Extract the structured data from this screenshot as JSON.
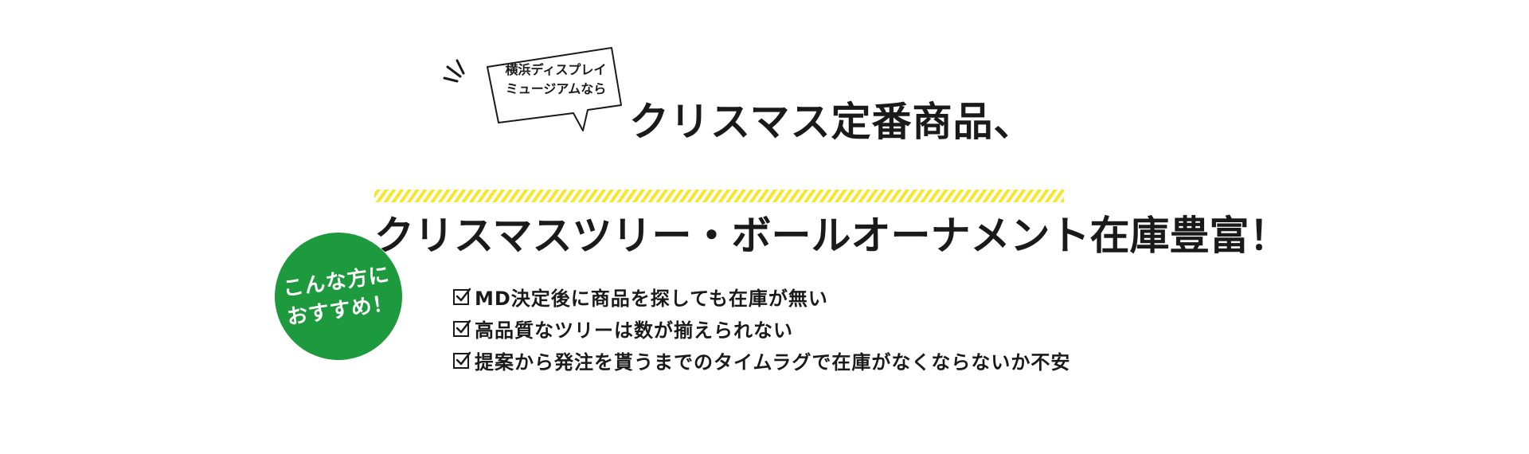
{
  "bubble": {
    "line1": "横浜ディスプレイ",
    "line2": "ミュージアムなら"
  },
  "headline": {
    "line1": "クリスマス定番商品、",
    "line2": "クリスマスツリー・ボールオーナメント在庫豊富！"
  },
  "badge": {
    "line1": "こんな方に",
    "line2": "おすすめ！"
  },
  "checklist": [
    "MD決定後に商品を探しても在庫が無い",
    "高品質なツリーは数が揃えられない",
    "提案から発注を貰うまでのタイムラグで在庫がなくならないか不安"
  ],
  "colors": {
    "badge": "#1e9a3e",
    "marker": "#f5e82c",
    "text": "#1a1a1a"
  },
  "icons": {
    "check": "checkbox-checked-icon",
    "spark": "emphasis-lines-icon"
  }
}
